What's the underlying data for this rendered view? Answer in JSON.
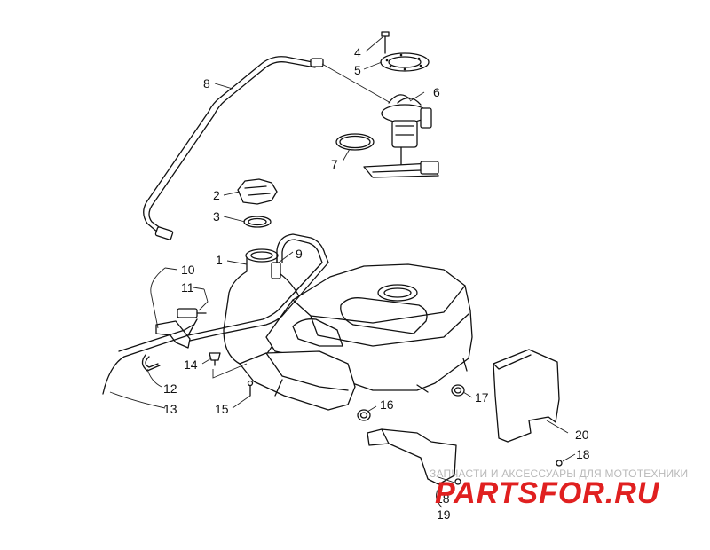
{
  "callouts": [
    {
      "id": "c1",
      "text": "1"
    },
    {
      "id": "c2",
      "text": "2"
    },
    {
      "id": "c3",
      "text": "3"
    },
    {
      "id": "c4",
      "text": "4"
    },
    {
      "id": "c5",
      "text": "5"
    },
    {
      "id": "c6",
      "text": "6"
    },
    {
      "id": "c7",
      "text": "7"
    },
    {
      "id": "c8",
      "text": "8"
    },
    {
      "id": "c9",
      "text": "9"
    },
    {
      "id": "c10",
      "text": "10"
    },
    {
      "id": "c11",
      "text": "11"
    },
    {
      "id": "c12",
      "text": "12"
    },
    {
      "id": "c13",
      "text": "13"
    },
    {
      "id": "c14",
      "text": "14"
    },
    {
      "id": "c15",
      "text": "15"
    },
    {
      "id": "c16",
      "text": "16"
    },
    {
      "id": "c17",
      "text": "17"
    },
    {
      "id": "c18a",
      "text": "18"
    },
    {
      "id": "c18b",
      "text": "18"
    },
    {
      "id": "c19",
      "text": "19"
    },
    {
      "id": "c20",
      "text": "20"
    }
  ],
  "watermark": {
    "tagline": "ЗАПЧАСТИ И АКСЕССУАРЫ ДЛЯ МОТОТЕХНИКИ",
    "logo": "PARTSFOR.RU",
    "logo_color": "#e02020"
  }
}
